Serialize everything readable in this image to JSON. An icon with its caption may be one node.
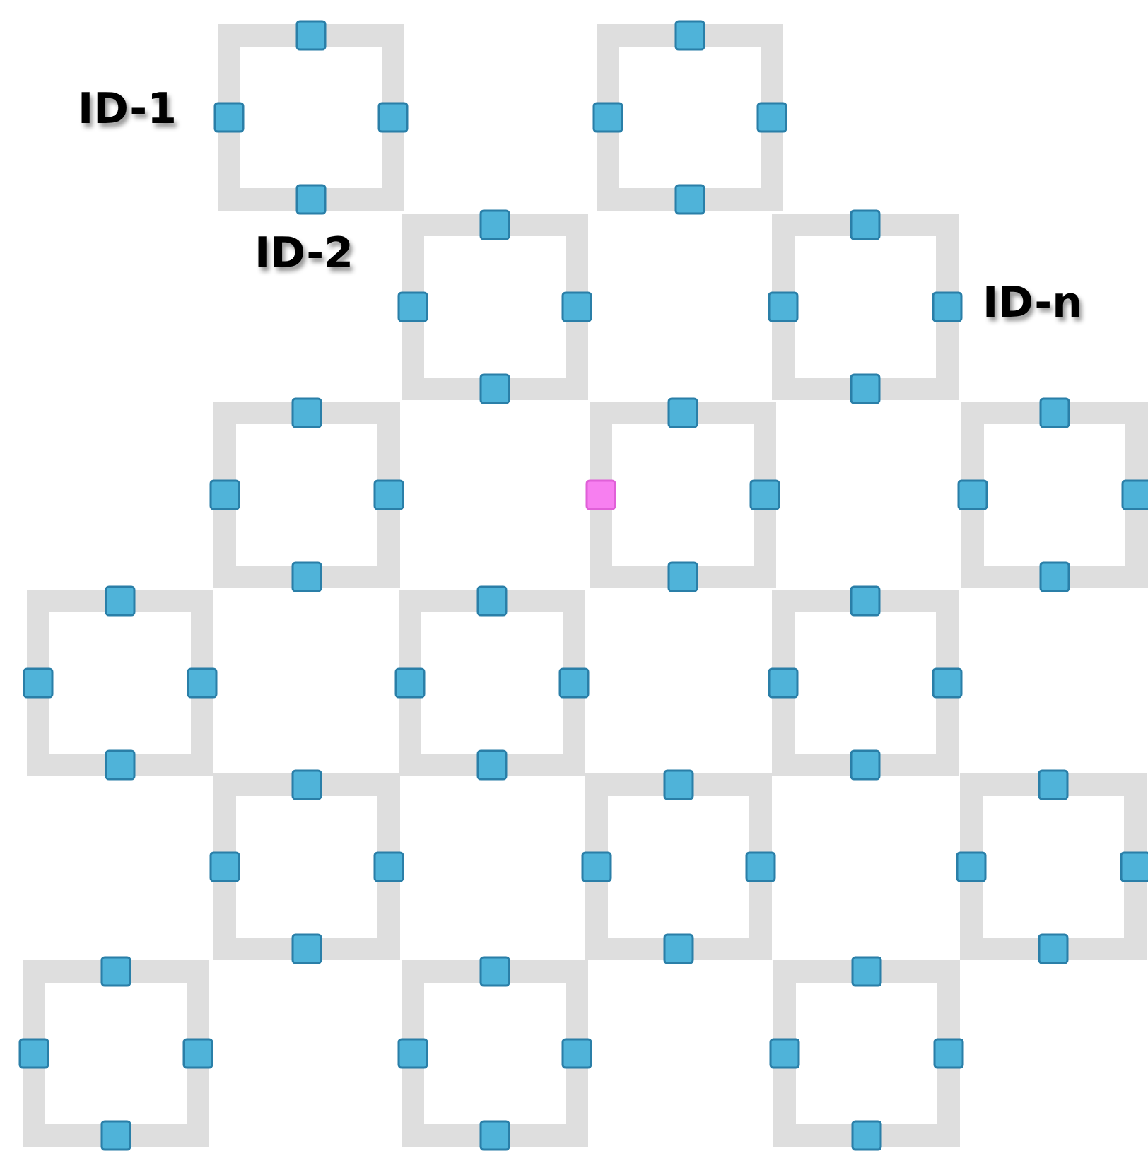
{
  "diagram": {
    "labels": [
      "ID-1",
      "ID-2",
      "ID-n"
    ]
  }
}
